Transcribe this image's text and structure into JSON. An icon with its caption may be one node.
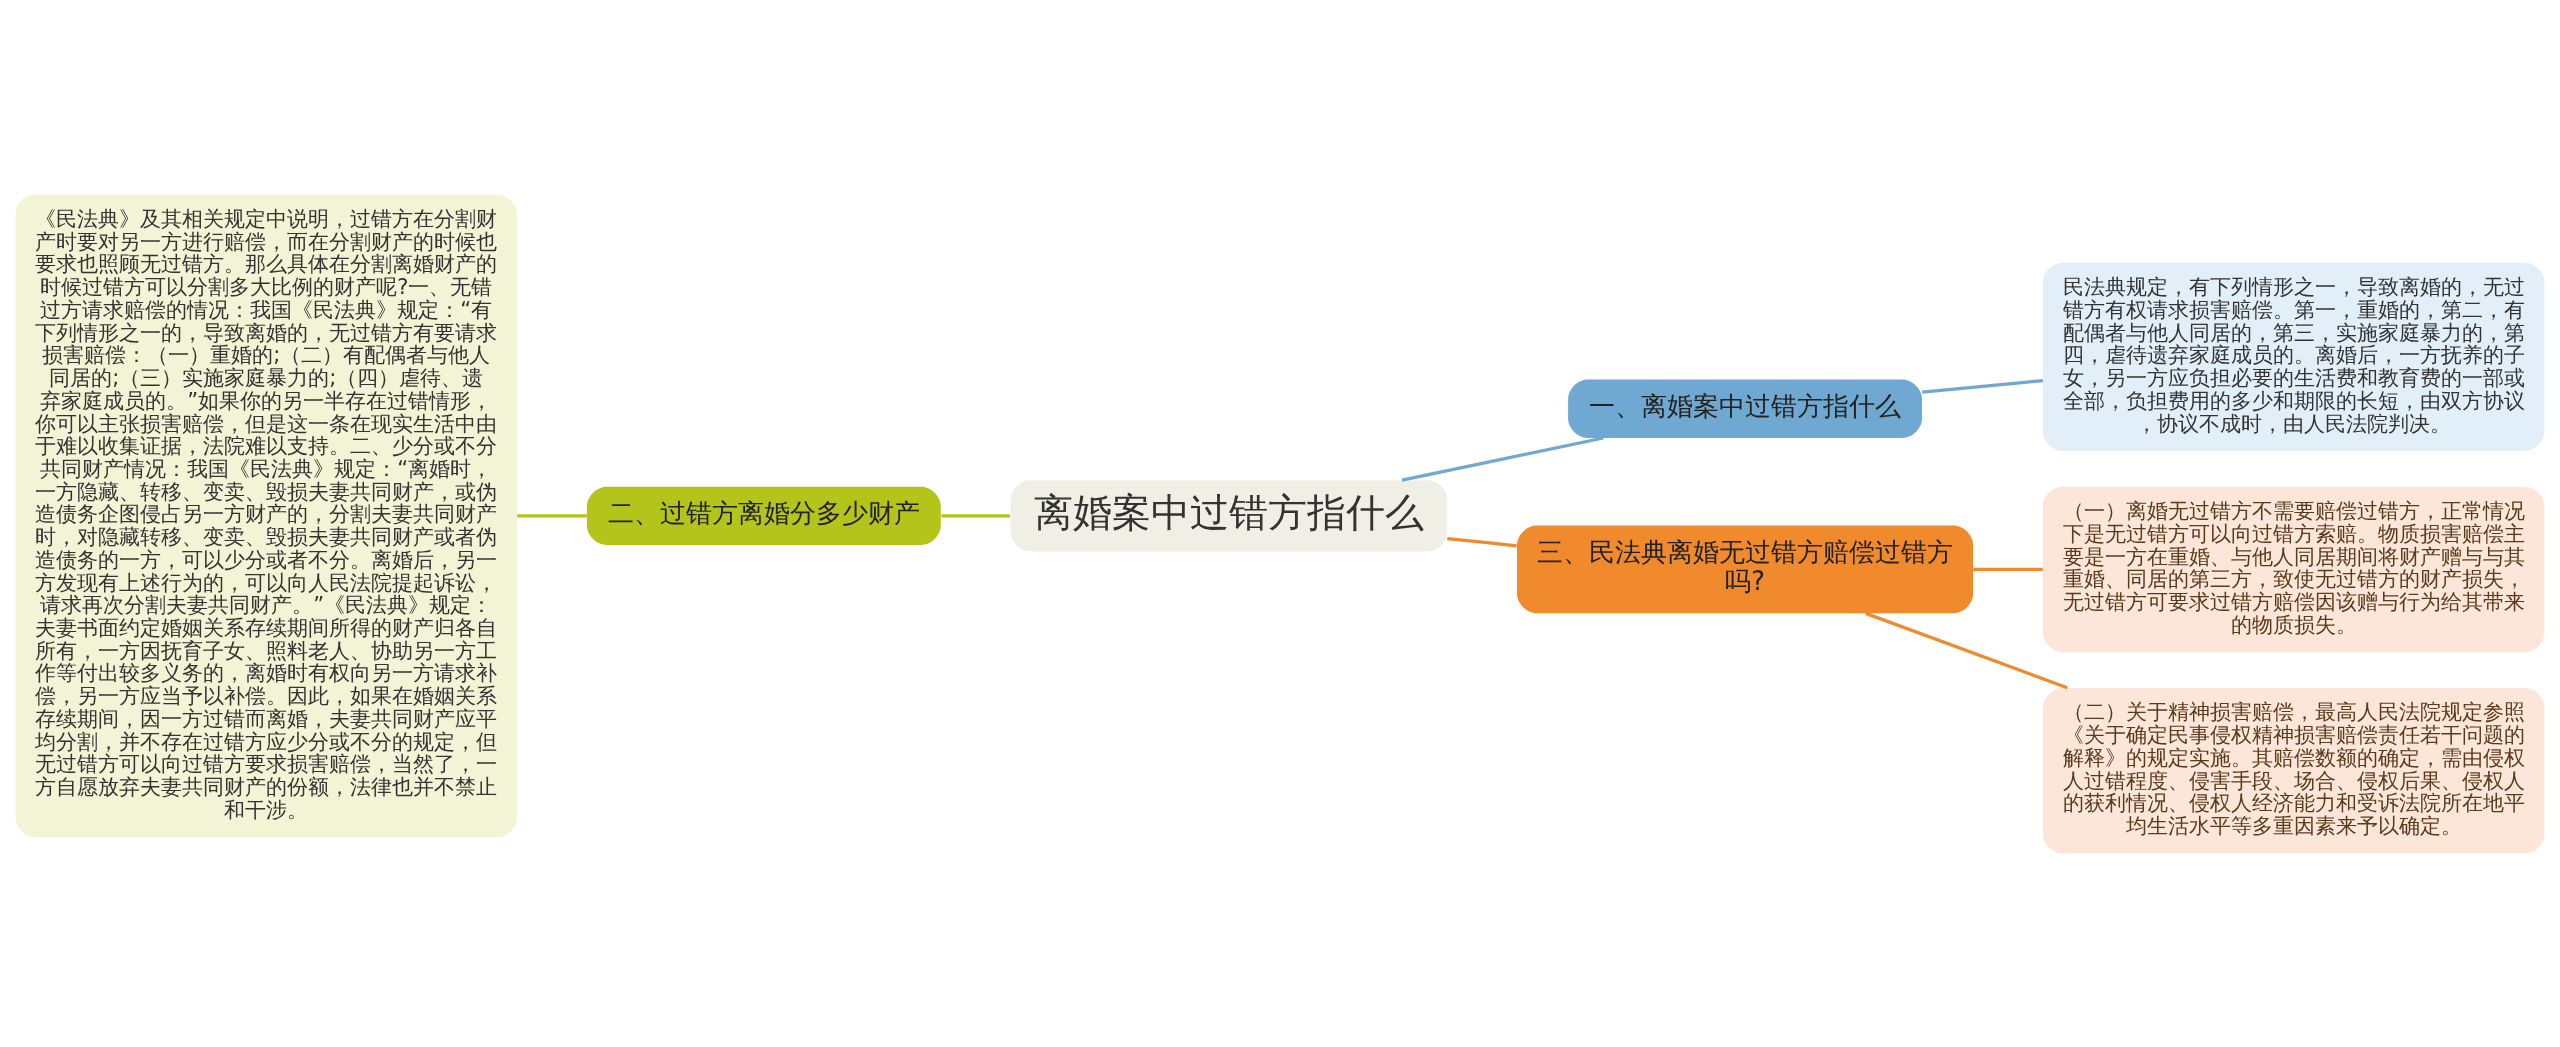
{
  "diagram": {
    "nodes": [
      {
        "text": [
          "离婚案中过错方指什么"
        ]
      },
      {
        "text": [
          "一、离婚案中过错方指什么"
        ]
      },
      {
        "text": [
          "民法典规定，有下列情形之一，导致离婚的，无过错方有权请求损害赔偿。第一，重婚的，第二，有配偶者与他人同居的，第三，实施家庭暴力的，第四，虐待遗弃家庭成员的。离婚后，一方抚养的子女，另一方应负担必要的生活费和教育费的一部或全部，负担费用的多少和期限的长短，由双方协议，协议不成时，由人民法院判决。"
        ]
      },
      {
        "text": [
          "二、过错方离婚分多少财产"
        ]
      },
      {
        "text": [
          "《民法典》及其相关规定中说明，过错方在分割财产时要对另一方进行赔偿，而在分割财产的时候也要求也照顾无过错方。那么具体在分割离婚财产的时候过错方可以分割多大比例的财产呢?一、无错过方请求赔偿的情况：我国《民法典》规定：“有下列情形之一的，导致离婚的，无过错方有要请求损害赔偿：（一）重婚的;（二）有配偶者与他人同居的;（三）实施家庭暴力的;（四）虐待、遗弃家庭成员的。”如果你的另一半存在过错情形，你可以主张损害赔偿，但是这一条在现实生活中由于难以收集证据，法院难以支持。二、少分或不分共同财产情况：我国《民法典》规定：“离婚时，一方隐藏、转移、变卖、毁损夫妻共同财产，或伪造债务企图侵占另一方财产的，分割夫妻共同财产时，对隐藏转移、变卖、毁损夫妻共同财产或者伪造债务的一方，可以少分或者不分。离婚后，另一方发现有上述行为的，可以向人民法院提起诉讼，请求再次分割夫妻共同财产。”《民法典》规定：夫妻书面约定婚姻关系存续期间所得的财产归各自所有，一方因抚育子女、照料老人、协助另一方工作等付出较多义务的，离婚时有权向另一方请求补偿，另一方应当予以补偿。因此，如果在婚姻关系存续期间，因一方过错而离婚，夫妻共同财产应平均分割，并不存在过错方应少分或不分的规定，但无过错方可以向过错方要求损害赔偿，当然了，一方自愿放弃夫妻共同财产的份额，法律也并不禁止和干涉。"
        ]
      },
      {
        "text": [
          "三、民法典离婚无过错方赔偿过错方吗?"
        ]
      },
      {
        "text": [
          "（一）离婚无过错方不需要赔偿过错方，正常情况下是无过错方可以向过错方索赔。物质损害赔偿主要是一方在重婚、与他人同居期间将财产赠与与其重婚、同居的第三方，致使无过错方的财产损失，无过错方可要求过错方赔偿因该赠与行为给其带来的物质损失。"
        ]
      },
      {
        "text": [
          "（二）关于精神损害赔偿，最高人民法院规定参照《关于确定民事侵权精神损害赔偿责任若干问题的解释》的规定实施。其赔偿数额的确定，需由侵权人过错程度、侵害手段、场合、侵权后果、侵权人的获利情况、侵权人经济能力和受诉法院所在地平均生活水平等多重因素来予以确定。"
        ]
      }
    ],
    "edges": [
      {
        "from": 0,
        "to": 1,
        "arrow": "none",
        "color": "#6fa8d0"
      },
      {
        "from": 1,
        "to": 2,
        "arrow": "none",
        "color": "#6fa8d0"
      },
      {
        "from": 0,
        "to": 3,
        "arrow": "none",
        "color": "#b5c41a"
      },
      {
        "from": 3,
        "to": 4,
        "arrow": "none",
        "color": "#b5c41a"
      },
      {
        "from": 0,
        "to": 5,
        "arrow": "none"
      },
      {
        "from": 5,
        "to": 6,
        "arrow": "none"
      },
      {
        "from": 5,
        "to": 7,
        "arrow": "none"
      }
    ]
  }
}
